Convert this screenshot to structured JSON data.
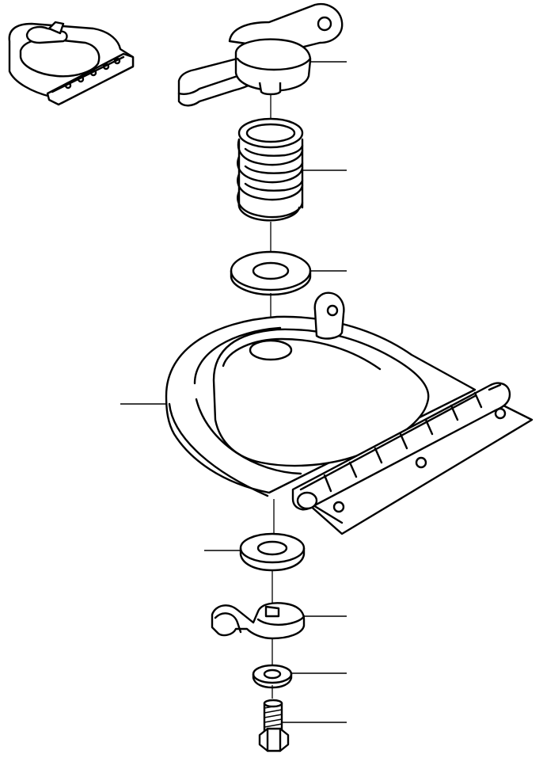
{
  "diagram": {
    "parts": [
      {
        "name": "handle"
      },
      {
        "name": "spring"
      },
      {
        "name": "upper-washer"
      },
      {
        "name": "cover-plate-with-hinge"
      },
      {
        "name": "lower-washer"
      },
      {
        "name": "cam-latch"
      },
      {
        "name": "lock-washer"
      },
      {
        "name": "bolt"
      }
    ],
    "callout_labels": []
  }
}
